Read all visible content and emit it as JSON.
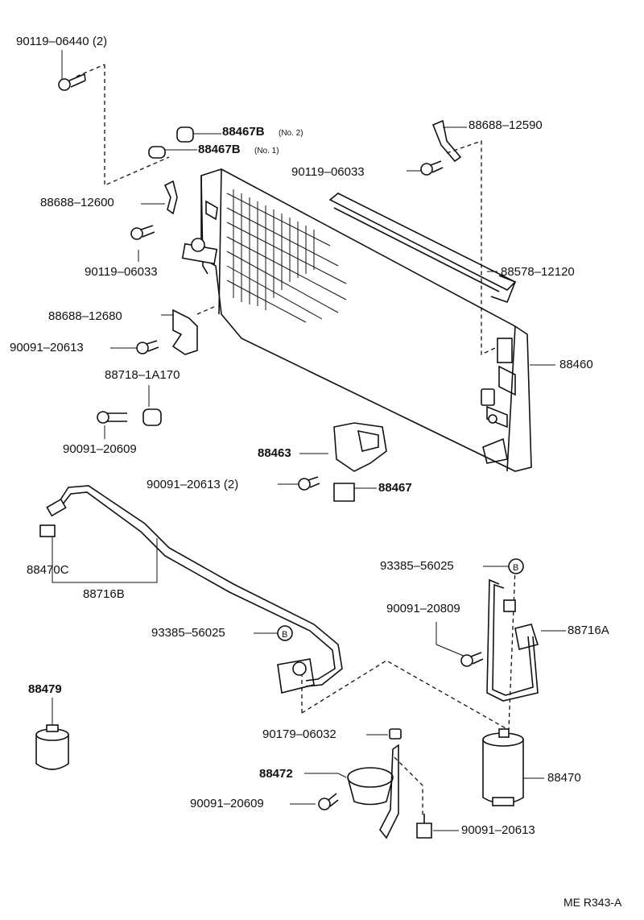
{
  "labels": {
    "p01": "90119–06440 (2)",
    "p02": "88467B",
    "p02n": "(No. 2)",
    "p03": "88467B",
    "p03n": "(No. 1)",
    "p04": "88688–12590",
    "p05": "90119–06033",
    "p06": "88688–12600",
    "p07": "90119–06033",
    "p08": "88578–12120",
    "p09": "88688–12680",
    "p10": "90091–20613",
    "p11": "88460",
    "p12": "88718–1A170",
    "p13": "90091–20609",
    "p14": "88463",
    "p15": "90091–20613 (2)",
    "p16": "88467",
    "p17": "88470C",
    "p18": "88716B",
    "p19": "93385–56025",
    "p20": "90091–20809",
    "p21": "88716A",
    "p22": "93385–56025",
    "p23": "88479",
    "p24": "90179–06032",
    "p25": "88472",
    "p26": "88470",
    "p27": "90091–20609",
    "p28": "90091–20613",
    "ref_code": "ME  R343-A"
  },
  "markers": {
    "b1": "B",
    "b2": "B"
  }
}
